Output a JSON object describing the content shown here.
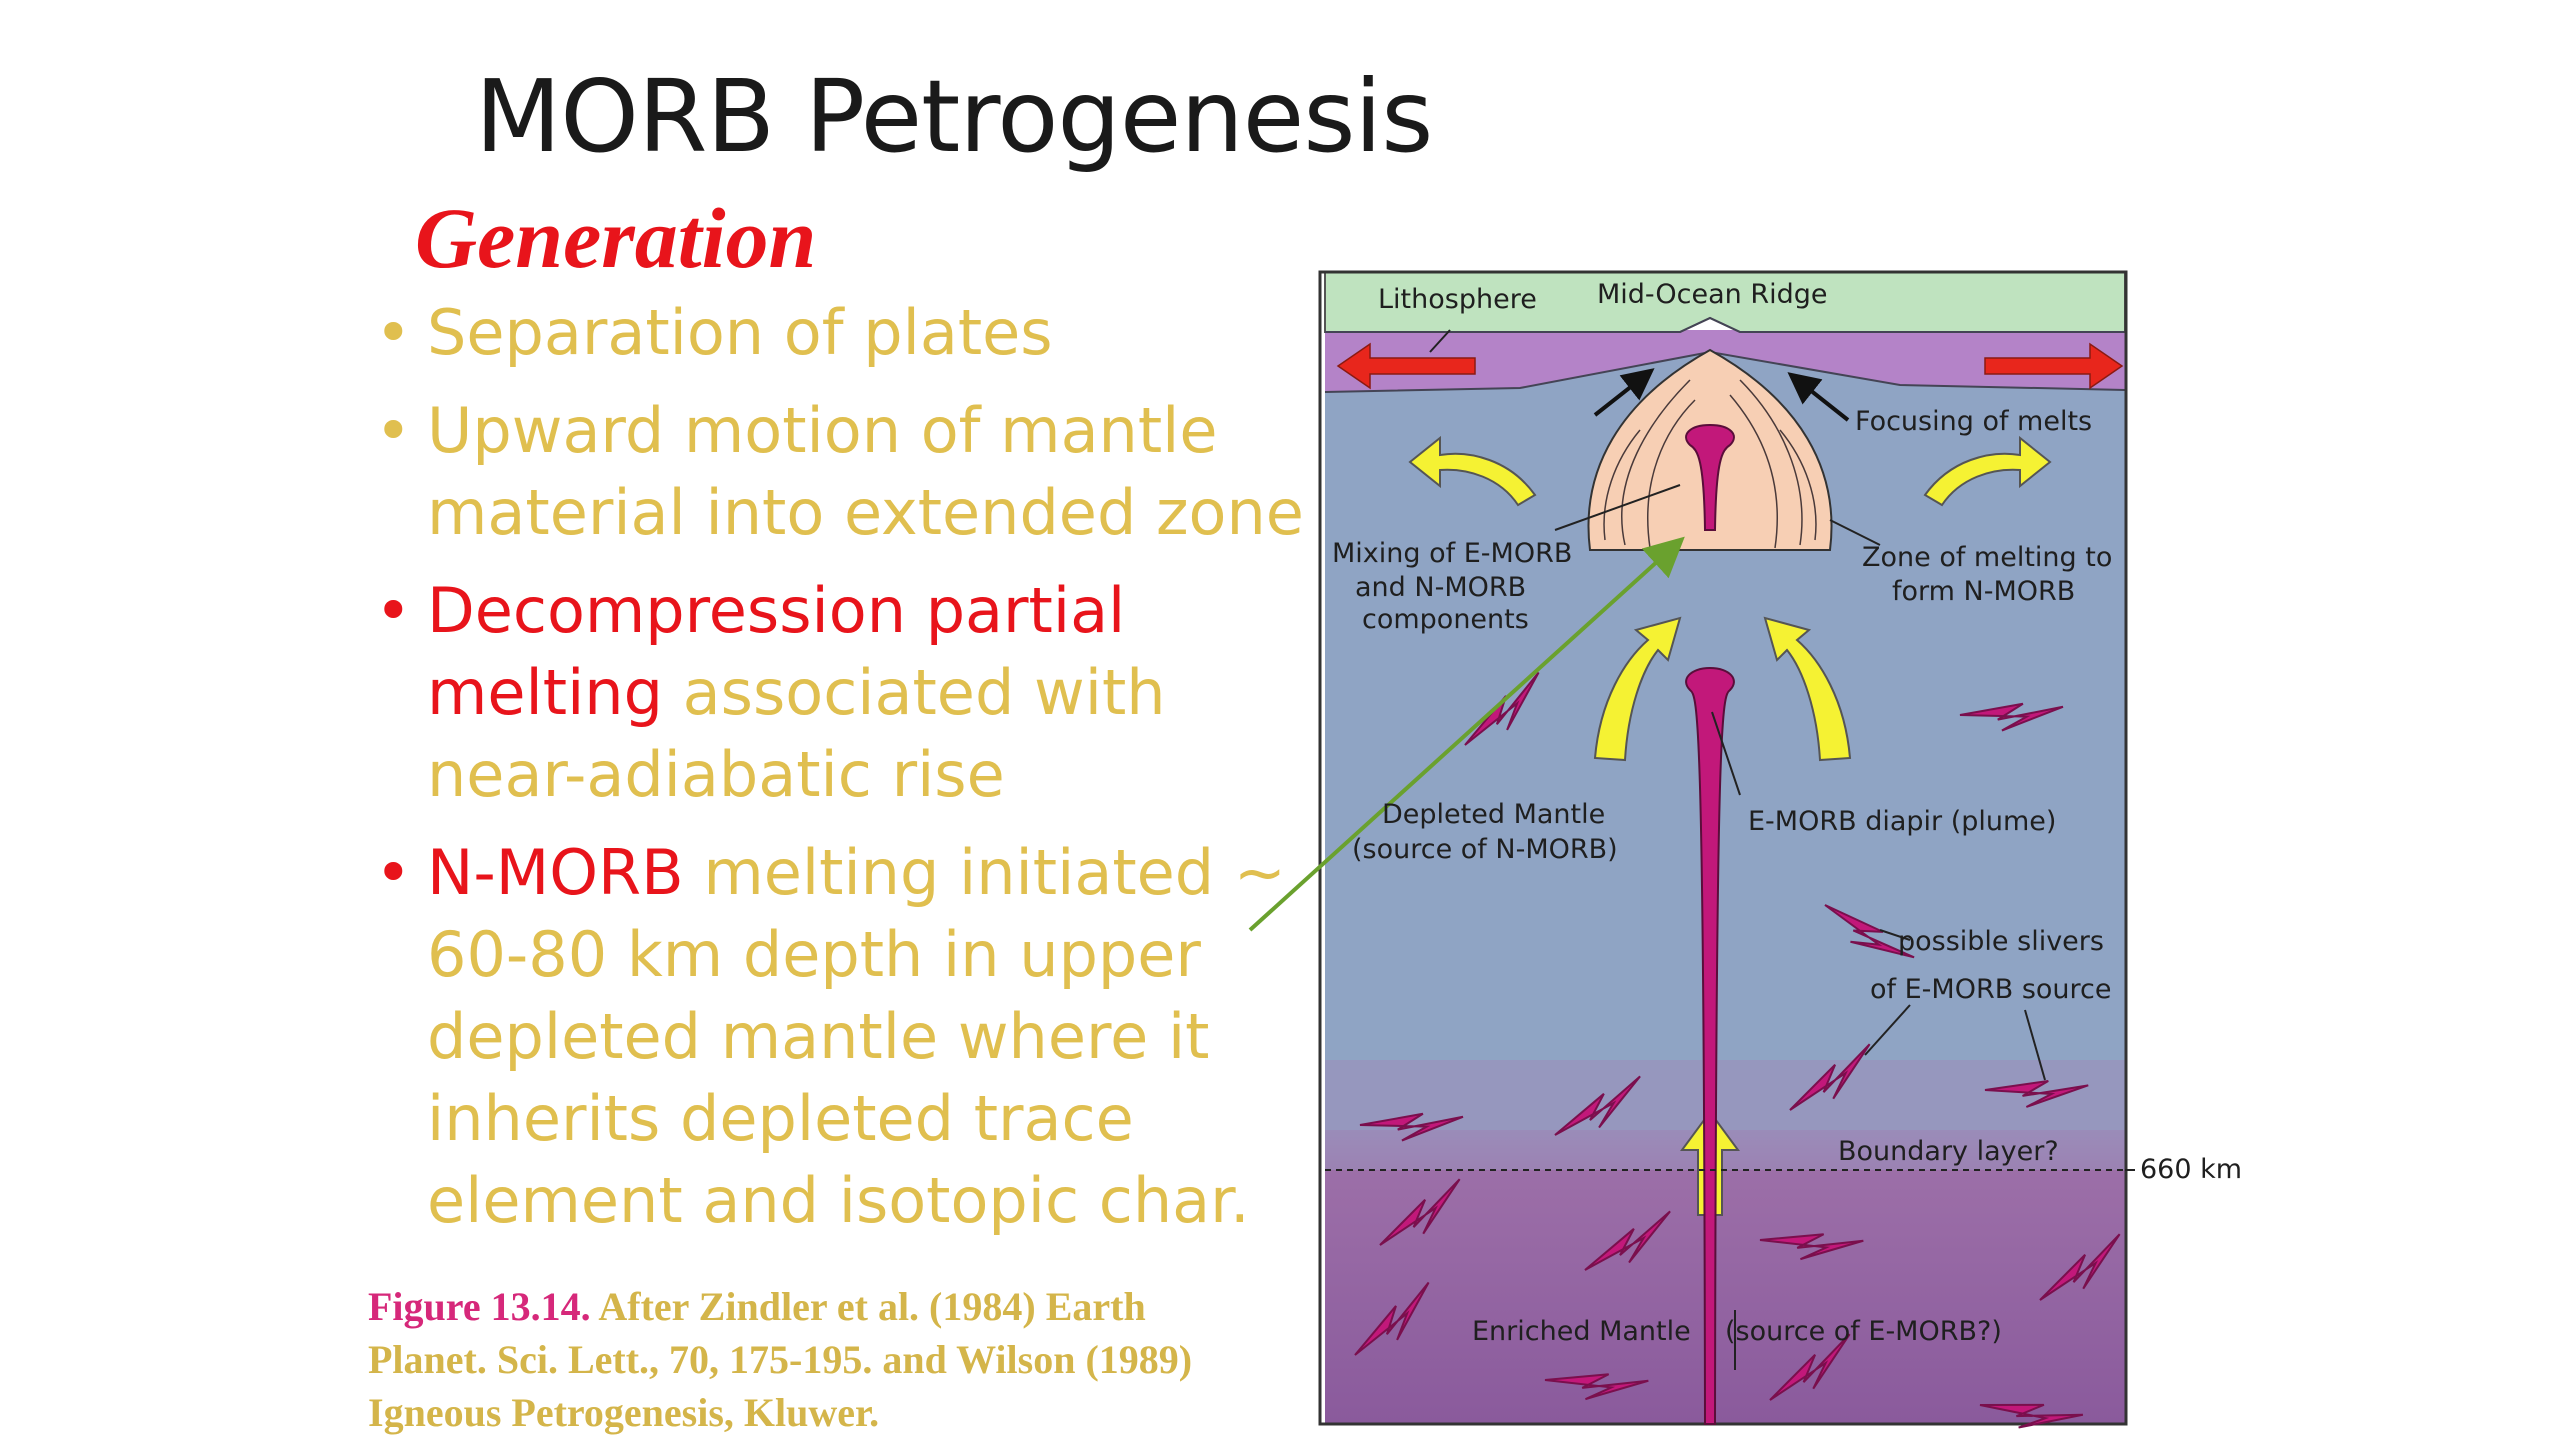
{
  "slide": {
    "title": "MORB Petrogenesis",
    "subtitle": "Generation",
    "bullets": [
      {
        "lines": [
          [
            {
              "text": "Separation of plates",
              "color": "gold"
            }
          ]
        ]
      },
      {
        "lines": [
          [
            {
              "text": "Upward motion of mantle",
              "color": "gold"
            }
          ],
          [
            {
              "text": "material into extended zone",
              "color": "gold"
            }
          ]
        ]
      },
      {
        "lines": [
          [
            {
              "text": "Decompression partial",
              "color": "red"
            }
          ],
          [
            {
              "text": "melting",
              "color": "red"
            },
            {
              "text": " associated with",
              "color": "gold"
            }
          ],
          [
            {
              "text": "near-adiabatic rise",
              "color": "gold"
            }
          ]
        ]
      },
      {
        "lines": [
          [
            {
              "text": "N-MORB",
              "color": "red"
            },
            {
              "text": " melting initiated ~",
              "color": "gold"
            }
          ],
          [
            {
              "text": "60-80 km depth in upper",
              "color": "gold"
            }
          ],
          [
            {
              "text": "depleted mantle where it",
              "color": "gold"
            }
          ],
          [
            {
              "text": "inherits depleted trace",
              "color": "gold"
            }
          ],
          [
            {
              "text": "element and isotopic char.",
              "color": "gold"
            }
          ]
        ]
      }
    ],
    "bullet_colors": [
      "gold",
      "gold",
      "red",
      "red"
    ],
    "caption": {
      "figure_label": "Figure 13.14.",
      "line1": " After Zindler et al. (1984) Earth",
      "line2": "Planet. Sci. Lett., 70, 175-195. and Wilson (1989)",
      "line3": "Igneous Petrogenesis, Kluwer."
    }
  },
  "diagram": {
    "labels": {
      "lithosphere": "Lithosphere",
      "ridge": "Mid-Ocean Ridge",
      "focusing": "Focusing of melts",
      "mixing_1": "Mixing of E-MORB",
      "mixing_2": "and N-MORB",
      "mixing_3": "components",
      "zone_1": "Zone of melting to",
      "zone_2": "form N-MORB",
      "depleted_1": "Depleted Mantle",
      "depleted_2": "(source of N-MORB)",
      "diapir": "E-MORB diapir (plume)",
      "slivers_1": "possible slivers",
      "slivers_2": "of E-MORB source",
      "boundary": "Boundary layer?",
      "depth": "660 km",
      "enriched": "Enriched Mantle",
      "enriched_source": "(source of E-MORB?)"
    }
  },
  "colors": {
    "gold": "#e0bf4f",
    "red": "#e8141b",
    "magenta": "#d6287a",
    "lithosphere": "#bfe3bf",
    "upper_mantle": "#8fa4c4",
    "lower_mantle": "#8a5fa0",
    "melt_zone": "#f7cfb4",
    "plume": "#c2187a"
  },
  "icons": [
    "red-arrow-left",
    "red-arrow-right",
    "yellow-flow-arrow",
    "magenta-zigzag",
    "green-pointer-arrow"
  ]
}
